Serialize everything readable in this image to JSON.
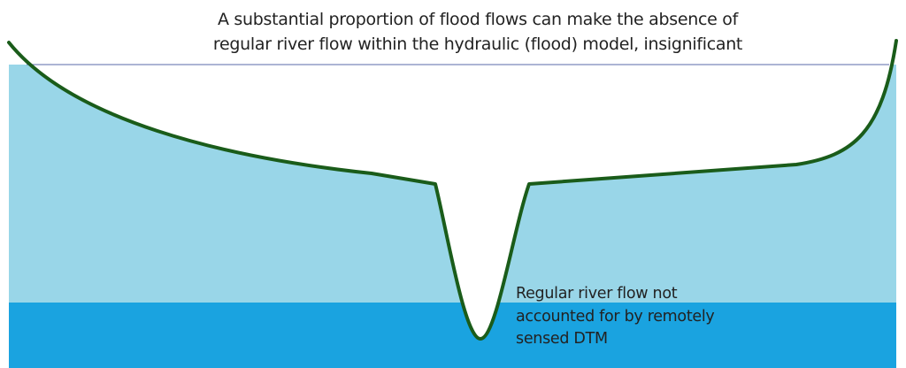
{
  "title": {
    "line1": "A substantial proportion of flood flows can make the absence of",
    "line2": "regular river flow within the hydraulic (flood) model, insignificant"
  },
  "label": {
    "line1": "Regular river flow not",
    "line2": "accounted for by remotely",
    "line3": "sensed DTM"
  },
  "colors": {
    "flood_water": "#99d6e8",
    "river_water": "#1aa3e0",
    "ground_line": "#1a5c1a",
    "water_surface": "#5a6aa8"
  }
}
